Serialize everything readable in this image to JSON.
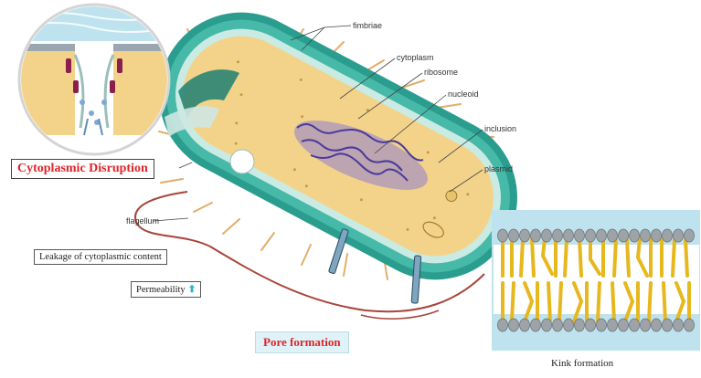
{
  "cell_labels": {
    "fimbriae": "fimbriae",
    "cytoplasm": "cytoplasm",
    "ribosome": "ribosome",
    "nucleoid": "nucleoid",
    "inclusion": "inclusion",
    "plasmid": "plasmid",
    "flagellum": "flagellum"
  },
  "annotations": {
    "cytoplasmic_disruption": "Cytoplasmic Disruption",
    "leakage": "Leakage of cytoplasmic content",
    "permeability": "Permeability",
    "permeability_arrow": "⬆",
    "pore_formation": "Pore formation",
    "kink_formation": "Kink formation"
  },
  "colors": {
    "cell_wall": "#2a9d8f",
    "cytoplasm": "#f3d38a",
    "nucleoid": "#5b4aa8",
    "highlight_text": "#e2232a",
    "lipid_tails": "#e6b81e",
    "lipid_heads": "#9ea3a8",
    "membrane_bg": "#bfe3ee"
  },
  "icons": [
    "up-arrow-icon"
  ]
}
